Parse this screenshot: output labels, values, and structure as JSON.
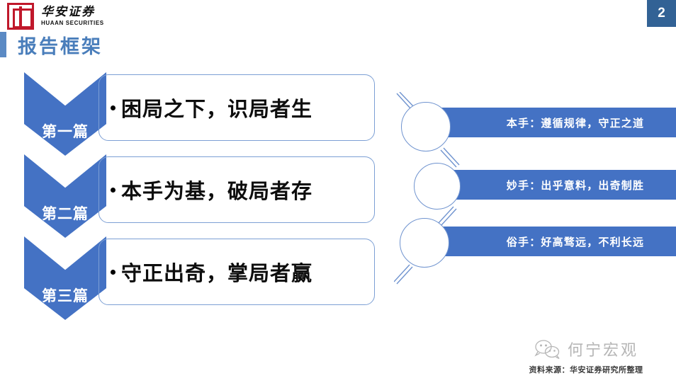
{
  "header": {
    "logo_cn": "华安证券",
    "logo_en": "HUAAN SECURITIES",
    "logo_icon": "huaan-seal-logo",
    "page_number": "2",
    "title": "报告框架",
    "accent_color": "#5b8ac4",
    "badge_color": "#326295",
    "title_color": "#4a7ebb"
  },
  "sections": [
    {
      "chevron_label": "第一篇",
      "text": "困局之下，识局者生"
    },
    {
      "chevron_label": "第二篇",
      "text": "本手为基，破局者存"
    },
    {
      "chevron_label": "第三篇",
      "text": "守正出奇，掌局者赢"
    }
  ],
  "chain": {
    "accent_color": "#4472c4",
    "items": [
      {
        "text": "本手：遵循规律，守正之道"
      },
      {
        "text": "妙手：出乎意料，出奇制胜"
      },
      {
        "text": "俗手：好高骛远，不利长远"
      }
    ]
  },
  "footer": {
    "wechat_icon": "wechat-icon",
    "wechat_name": "何宁宏观",
    "source": "资料来源：华安证券研究所整理"
  }
}
